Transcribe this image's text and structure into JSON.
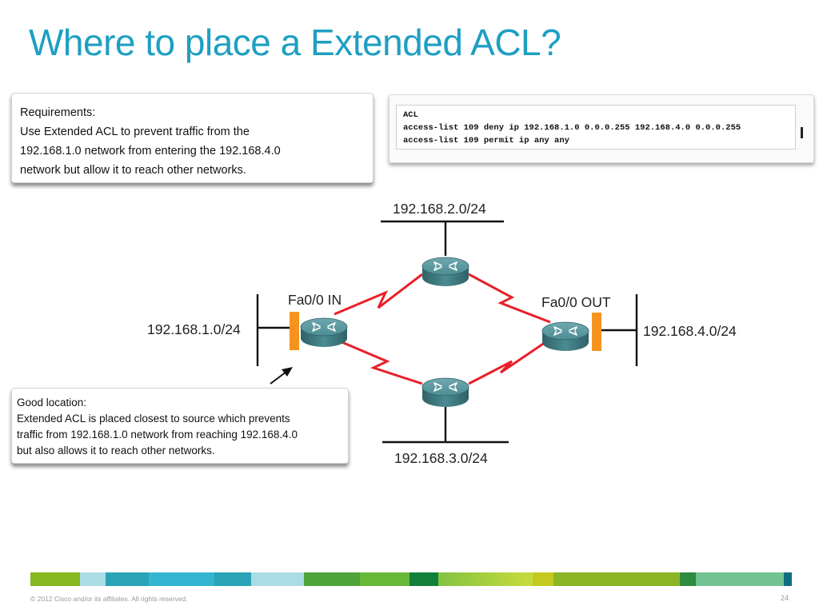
{
  "title": "Where to place a Extended ACL?",
  "requirements": {
    "heading": "Requirements:",
    "lines": [
      "Use Extended ACL to prevent traffic from the",
      "192.168.1.0 network from entering the 192.168.4.0",
      "network but allow it to reach other networks."
    ]
  },
  "acl": {
    "heading": "ACL",
    "lines": [
      "access-list 109 deny ip 192.168.1.0 0.0.0.255 192.168.4.0 0.0.0.255",
      "access-list 109 permit ip any any"
    ]
  },
  "good_location": {
    "heading": "Good location:",
    "lines": [
      "Extended ACL is placed closest to source which prevents",
      "traffic from 192.168.1.0 network from reaching 192.168.4.0",
      "but also allows it to reach other networks."
    ]
  },
  "diagram": {
    "net_top": "192.168.2.0/24",
    "net_bottom": "192.168.3.0/24",
    "net_left": "192.168.1.0/24",
    "net_right": "192.168.4.0/24",
    "iface_left": "Fa0/0 IN",
    "iface_right": "Fa0/0 OUT",
    "router_icon": "router-icon",
    "colors": {
      "router_body": "#3f7f86",
      "serial_link": "#e8202a",
      "interface_marker": "#f5931e",
      "title": "#1e9fc2"
    }
  },
  "footer": {
    "copyright": "© 2012 Cisco and/or its affiliates. All rights reserved.",
    "page": "24",
    "stripe_colors": [
      "#86b81f",
      "#aadce6",
      "#2aa3b6",
      "#34b6d1",
      "#2aa3b6",
      "#aadce6",
      "#4fa43a",
      "#68b83a",
      "#12803a",
      "#84c341",
      "#c7db3c",
      "#8bb524",
      "#2e8c3f",
      "#72c391",
      "#0f6f7f"
    ]
  }
}
